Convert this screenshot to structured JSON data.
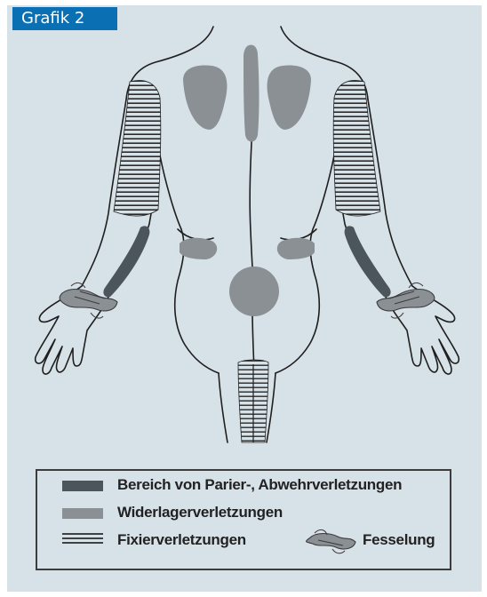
{
  "title": "Grafik 2",
  "legend": {
    "item1": "Bereich von Parier-, Abwehrverletzungen",
    "item2": "Widerlagerverletzungen",
    "item3": "Fixierverletzungen",
    "item4": "Fesselung"
  },
  "colors": {
    "background": "#d7e1e8",
    "title_bg": "#0a6fb3",
    "dark_region": "#4d555c",
    "gray_region": "#8b9094",
    "line": "#1f1f1f"
  },
  "icons": [
    "rope-icon"
  ]
}
